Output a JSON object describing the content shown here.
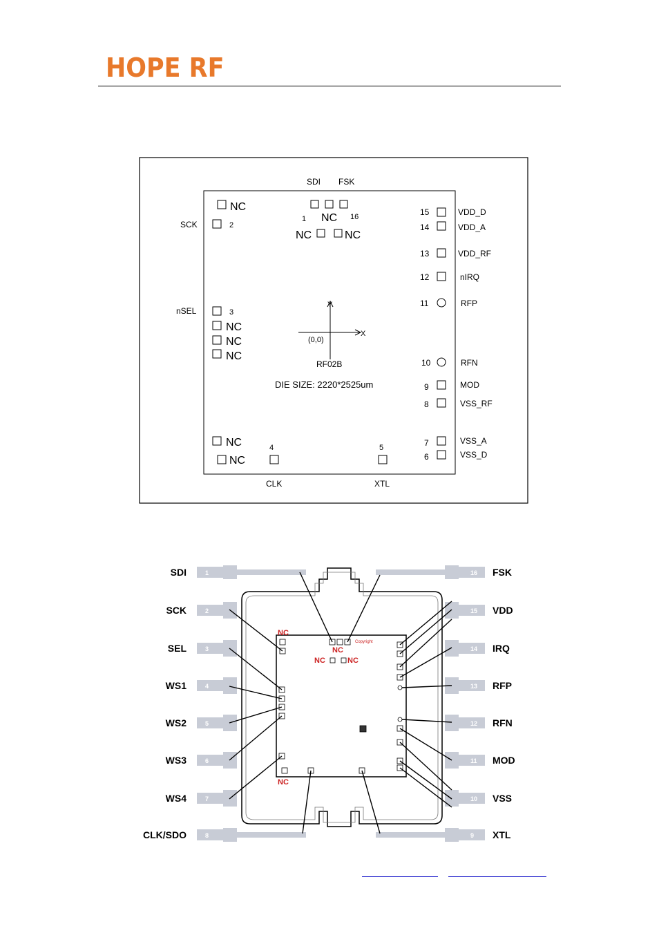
{
  "header": {
    "logo_text": "HOPE RF"
  },
  "die_diagram": {
    "top_labels": [
      "SDI",
      "FSK"
    ],
    "left_labels": [
      "SCK",
      "nSEL"
    ],
    "bottom_labels": [
      "CLK",
      "XTL"
    ],
    "right_labels": [
      "VDD_D",
      "VDD_A",
      "VDD_RF",
      "nIRQ",
      "RFP",
      "RFN",
      "MOD",
      "VSS_RF",
      "VSS_A",
      "VSS_D"
    ],
    "right_numbers": [
      "15",
      "14",
      "13",
      "12",
      "11",
      "10",
      "9",
      "8",
      "7",
      "6"
    ],
    "left_numbers": [
      "2",
      "3"
    ],
    "top_numbers": [
      "1",
      "16"
    ],
    "bottom_numbers": [
      "4",
      "5"
    ],
    "nc": "NC",
    "axis_x": "X",
    "axis_y": "Y",
    "origin": "(0,0)",
    "chip_name": "RF02B",
    "die_size": "DIE SIZE: 2220*2525um"
  },
  "package_diagram": {
    "left_pins": [
      {
        "label": "SDI",
        "num": "1"
      },
      {
        "label": "SCK",
        "num": "2"
      },
      {
        "label": "SEL",
        "num": "3"
      },
      {
        "label": "WS1",
        "num": "4"
      },
      {
        "label": "WS2",
        "num": "5"
      },
      {
        "label": "WS3",
        "num": "6"
      },
      {
        "label": "WS4",
        "num": "7"
      },
      {
        "label": "CLK/SDO",
        "num": "8"
      }
    ],
    "right_pins": [
      {
        "label": "FSK",
        "num": "16"
      },
      {
        "label": "VDD",
        "num": "15"
      },
      {
        "label": "IRQ",
        "num": "14"
      },
      {
        "label": "RFP",
        "num": "13"
      },
      {
        "label": "RFN",
        "num": "12"
      },
      {
        "label": "MOD",
        "num": "11"
      },
      {
        "label": "VSS",
        "num": "10"
      },
      {
        "label": "XTL",
        "num": "9"
      }
    ],
    "nc": "NC",
    "copyright": "Copyright"
  },
  "colors": {
    "logo": "#e8792b",
    "pin_fill": "#c8ccd6",
    "nc_red": "#cc2222"
  }
}
